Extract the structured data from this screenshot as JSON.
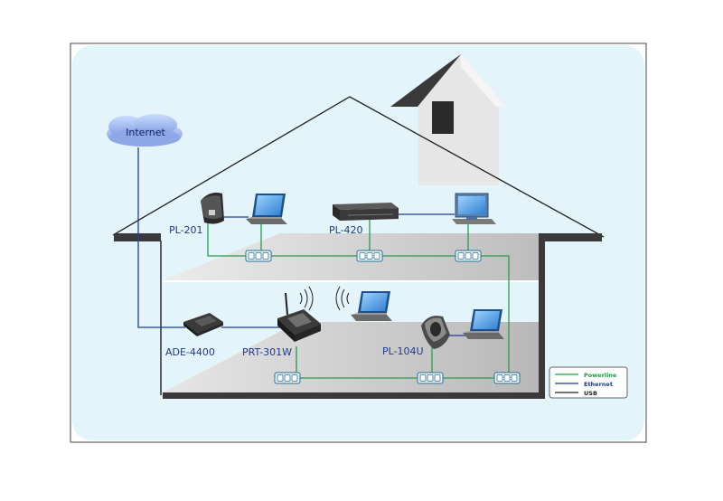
{
  "cloud": {
    "label": "Internet"
  },
  "devices": {
    "pl201": "PL-201",
    "pl420": "PL-420",
    "ade4400": "ADE-4400",
    "prt301w": "PRT-301W",
    "pl104u": "PL-104U"
  },
  "legend": {
    "items": [
      {
        "label": "Powerline",
        "color": "#1f9a45"
      },
      {
        "label": "Ethernet",
        "color": "#1f3a8a"
      },
      {
        "label": "USB",
        "color": "#222222"
      }
    ]
  },
  "colors": {
    "powerline": "#2a9b4e",
    "ethernet": "#1f3f99",
    "background": "#e3f4fa",
    "floor": "#cfcfcf",
    "house_outline": "#222222"
  }
}
